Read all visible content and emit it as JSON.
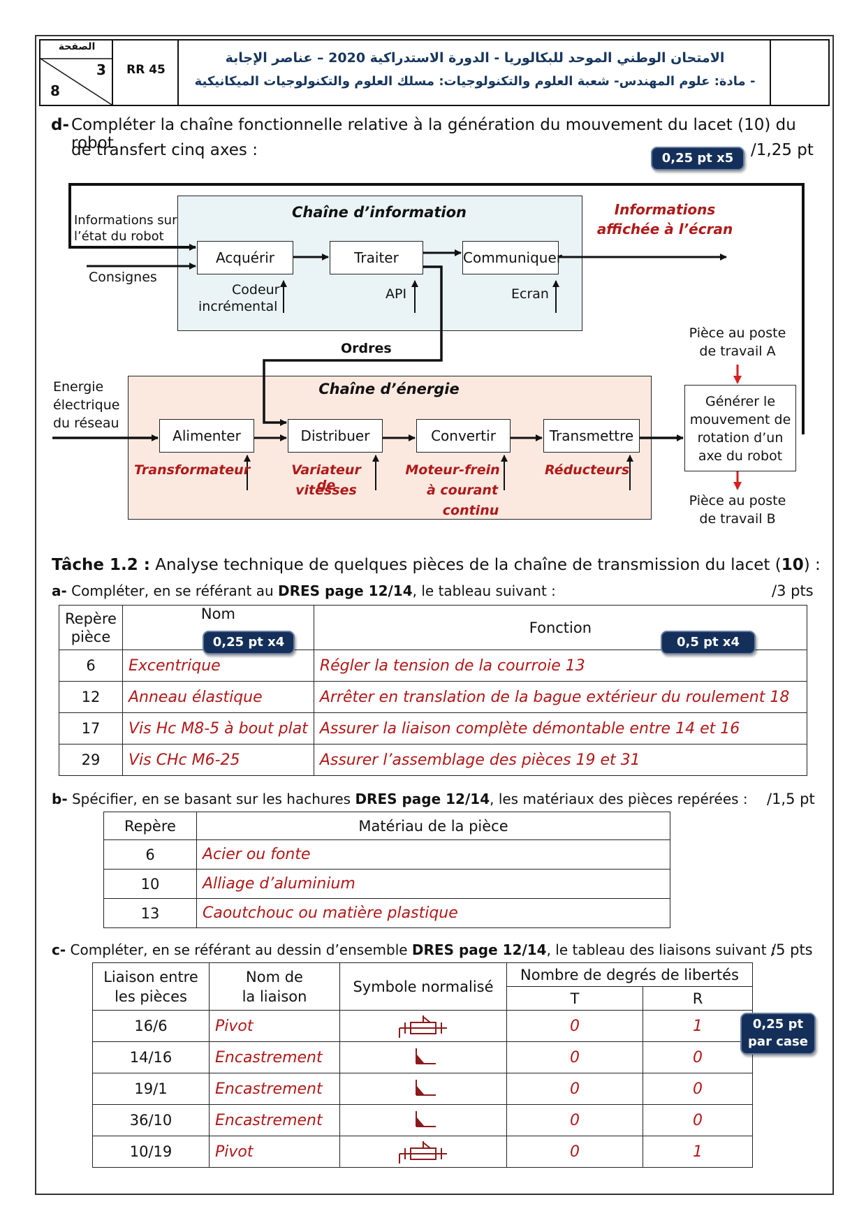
{
  "header": {
    "page_word": "الصفحة",
    "page_num": "3",
    "page_total": "8",
    "code": "RR 45",
    "title_line1": "الامتحان الوطني الموحد للبكالوريا - الدورة الاستدراكية 2020 – عناصر الإجابة",
    "title_line2": "- مادة: علوم المهندس- شعبة العلوم والتكنولوجيات: مسلك العلوم والتكنولوجيات الميكانيكية"
  },
  "q_d": {
    "letter": "d-",
    "text_l1": "Compléter la chaîne fonctionnelle relative à la génération du mouvement du lacet (10) du robot",
    "text_l2": "de transfert cinq axes :",
    "badge": "0,25 pt x5",
    "points": "/1,25 pt"
  },
  "diagram": {
    "info_chain_title": "Chaîne d’information",
    "energy_chain_title": "Chaîne d’énergie",
    "input_info_l1": "Informations sur",
    "input_info_l2": "l’état du robot",
    "consignes": "Consignes",
    "acquerir": "Acquérir",
    "traiter": "Traiter",
    "communiquer": "Communiquer",
    "codeur_l1": "Codeur",
    "codeur_l2": "incrémental",
    "api": "API",
    "ecran": "Ecran",
    "output_info_l1": "Informations",
    "output_info_l2": "affichée à l’écran",
    "ordres": "Ordres",
    "energie_l1": "Energie",
    "energie_l2": "électrique",
    "energie_l3": "du réseau",
    "alimenter": "Alimenter",
    "distribuer": "Distribuer",
    "convertir": "Convertir",
    "transmettre": "Transmettre",
    "ans_alim": "Transformateur",
    "ans_dist_l1": "Variateur de",
    "ans_dist_l2": "vitesses",
    "ans_conv_l1": "Moteur-frein",
    "ans_conv_l2": "à courant",
    "ans_conv_l3": "continu",
    "ans_trans": "Réducteurs",
    "piece_a_l1": "Pièce au poste",
    "piece_a_l2": "de travail A",
    "generer_l1": "Générer le",
    "generer_l2": "mouvement de",
    "generer_l3": "rotation d’un",
    "generer_l4": "axe du robot",
    "piece_b_l1": "Pièce au poste",
    "piece_b_l2": "de travail B"
  },
  "task12": {
    "title": "Tâche 1.2 :",
    "text": "Analyse technique de quelques pièces de la chaîne de transmission du lacet (",
    "num": "10",
    "text_end": ") :"
  },
  "q_a": {
    "letter": "a-",
    "text1": "Compléter, en se référant au ",
    "ref": "DRES page 12/14",
    "text2": ", le tableau suivant :",
    "points": "/3 pts",
    "col_repere_l1": "Repère",
    "col_repere_l2": "pièce",
    "col_nom": "Nom",
    "col_fonction": "Fonction",
    "badge_nom": "0,25 pt x4",
    "badge_fonction": "0,5 pt x4",
    "rows": [
      {
        "repere": "6",
        "nom": "Excentrique",
        "fonction": "Régler la tension de la courroie 13"
      },
      {
        "repere": "12",
        "nom": "Anneau élastique",
        "fonction": "Arrêter en translation de la bague extérieur du roulement 18"
      },
      {
        "repere": "17",
        "nom": "Vis Hc M8-5 à bout plat",
        "fonction": "Assurer la liaison complète démontable entre 14 et 16"
      },
      {
        "repere": "29",
        "nom": "Vis CHc M6-25",
        "fonction": "Assurer l’assemblage des pièces 19 et 31"
      }
    ]
  },
  "q_b": {
    "letter": "b-",
    "text1": "Spécifier, en se basant sur les hachures ",
    "ref": "DRES page 12/14",
    "text2": ", les matériaux des pièces repérées :",
    "points": "/1,5 pt",
    "col_repere": "Repère",
    "col_materiau": "Matériau de la pièce",
    "rows": [
      {
        "repere": "6",
        "materiau": "Acier ou fonte"
      },
      {
        "repere": "10",
        "materiau": "Alliage d’aluminium"
      },
      {
        "repere": "13",
        "materiau": "Caoutchouc ou matière plastique"
      }
    ]
  },
  "q_c": {
    "letter": "c-",
    "text1": "Compléter, en se référant au dessin d’ensemble ",
    "ref": "DRES page 12/14",
    "text2": ", le tableau des liaisons suivant :",
    "points": "/5 pts",
    "col_liaison_l1": "Liaison entre",
    "col_liaison_l2": "les pièces",
    "col_nom_l1": "Nom de",
    "col_nom_l2": "la liaison",
    "col_symbole": "Symbole normalisé",
    "col_ddl": "Nombre de degrés de libertés",
    "col_t": "T",
    "col_r": "R",
    "badge_l1": "0,25 pt",
    "badge_l2": "par case",
    "rows": [
      {
        "liaison": "16/6",
        "nom": "Pivot",
        "symbol": "pivot-symbol",
        "t": "0",
        "r": "1"
      },
      {
        "liaison": "14/16",
        "nom": "Encastrement",
        "symbol": "encastrement-symbol",
        "t": "0",
        "r": "0"
      },
      {
        "liaison": "19/1",
        "nom": "Encastrement",
        "symbol": "encastrement-symbol",
        "t": "0",
        "r": "0"
      },
      {
        "liaison": "36/10",
        "nom": "Encastrement",
        "symbol": "encastrement-symbol",
        "t": "0",
        "r": "0"
      },
      {
        "liaison": "10/19",
        "nom": "Pivot",
        "symbol": "pivot-symbol",
        "t": "0",
        "r": "1"
      }
    ]
  },
  "colors": {
    "answer": "#b01818",
    "badge": "#14305a",
    "info_bg": "#eaf4f7",
    "energy_bg": "#fbe9e0"
  }
}
